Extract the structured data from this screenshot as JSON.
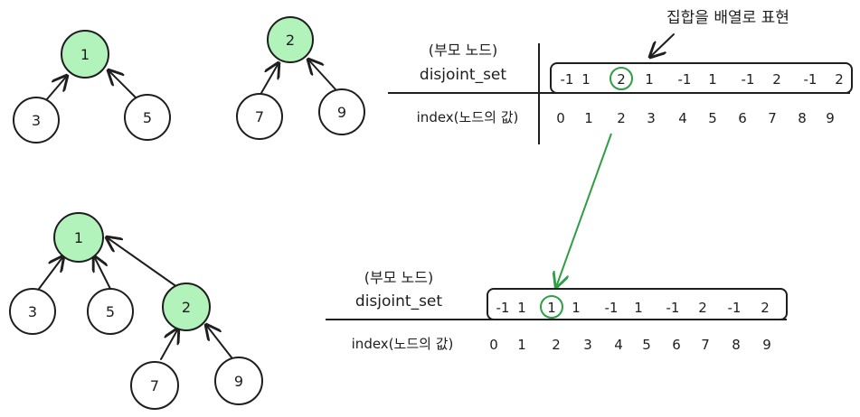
{
  "title": "집합을 배열로 표현",
  "tree1": {
    "root": "1",
    "children": [
      "3",
      "5"
    ]
  },
  "tree2": {
    "root": "2",
    "children": [
      "7",
      "9"
    ]
  },
  "tree3": {
    "root": "1",
    "children": [
      "3",
      "5",
      "2"
    ],
    "grandchildren": [
      "7",
      "9"
    ]
  },
  "array_top": {
    "label_korean": "(부모 노드)",
    "label": "disjoint_set",
    "index_label": "index(노드의 값)",
    "values": [
      "-1",
      "1",
      "2",
      "1",
      "-1",
      "1",
      "-1",
      "2",
      "-1",
      "2"
    ],
    "indices": [
      "0",
      "1",
      "2",
      "3",
      "4",
      "5",
      "6",
      "7",
      "8",
      "9"
    ]
  },
  "array_bottom": {
    "label_korean": "(부모 노드)",
    "label": "disjoint_set",
    "index_label": "index(노드의 값)",
    "values": [
      "-1",
      "1",
      "1",
      "1",
      "-1",
      "1",
      "-1",
      "2",
      "-1",
      "2"
    ],
    "indices": [
      "0",
      "1",
      "2",
      "3",
      "4",
      "5",
      "6",
      "7",
      "8",
      "9"
    ]
  },
  "colors": {
    "node_fill_highlight": "#b2f2bb",
    "arrow_green": "#2f9e44",
    "stroke": "#1e1e1e"
  }
}
